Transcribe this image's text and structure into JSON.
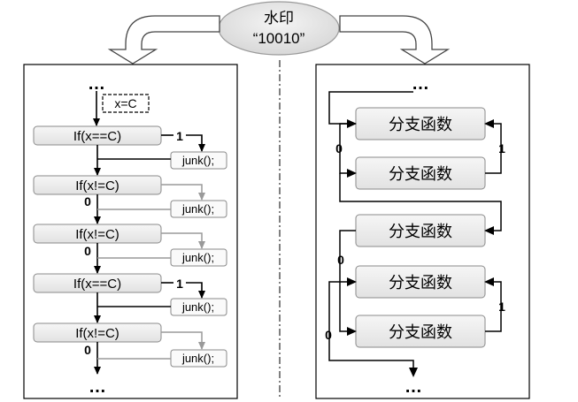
{
  "watermark": {
    "title": "水印",
    "bits": "“10010”"
  },
  "left_panel": {
    "top_ellipsis": "…",
    "bottom_ellipsis": "…",
    "init": "x=C",
    "rows": [
      {
        "cond": "If(x==C)",
        "label": "1",
        "junk": "junk();"
      },
      {
        "cond": "If(x!=C)",
        "label": "0",
        "junk": "junk();"
      },
      {
        "cond": "If(x!=C)",
        "label": "0",
        "junk": "junk();"
      },
      {
        "cond": "If(x==C)",
        "label": "1",
        "junk": "junk();"
      },
      {
        "cond": "If(x!=C)",
        "label": "0",
        "junk": "junk();"
      }
    ]
  },
  "right_panel": {
    "top_ellipsis": "…",
    "bottom_ellipsis": "…",
    "function_label": "分支函数",
    "labels": {
      "b1": "0",
      "b2": "1",
      "b3": "0",
      "b4": "1",
      "b5": "0"
    }
  },
  "colors": {
    "box_fill": "#ececec",
    "box_stroke": "#8a8a8a",
    "line": "#000000",
    "gray_line": "#9a9a9a",
    "ellipse_fill": "#e4e4e4"
  }
}
